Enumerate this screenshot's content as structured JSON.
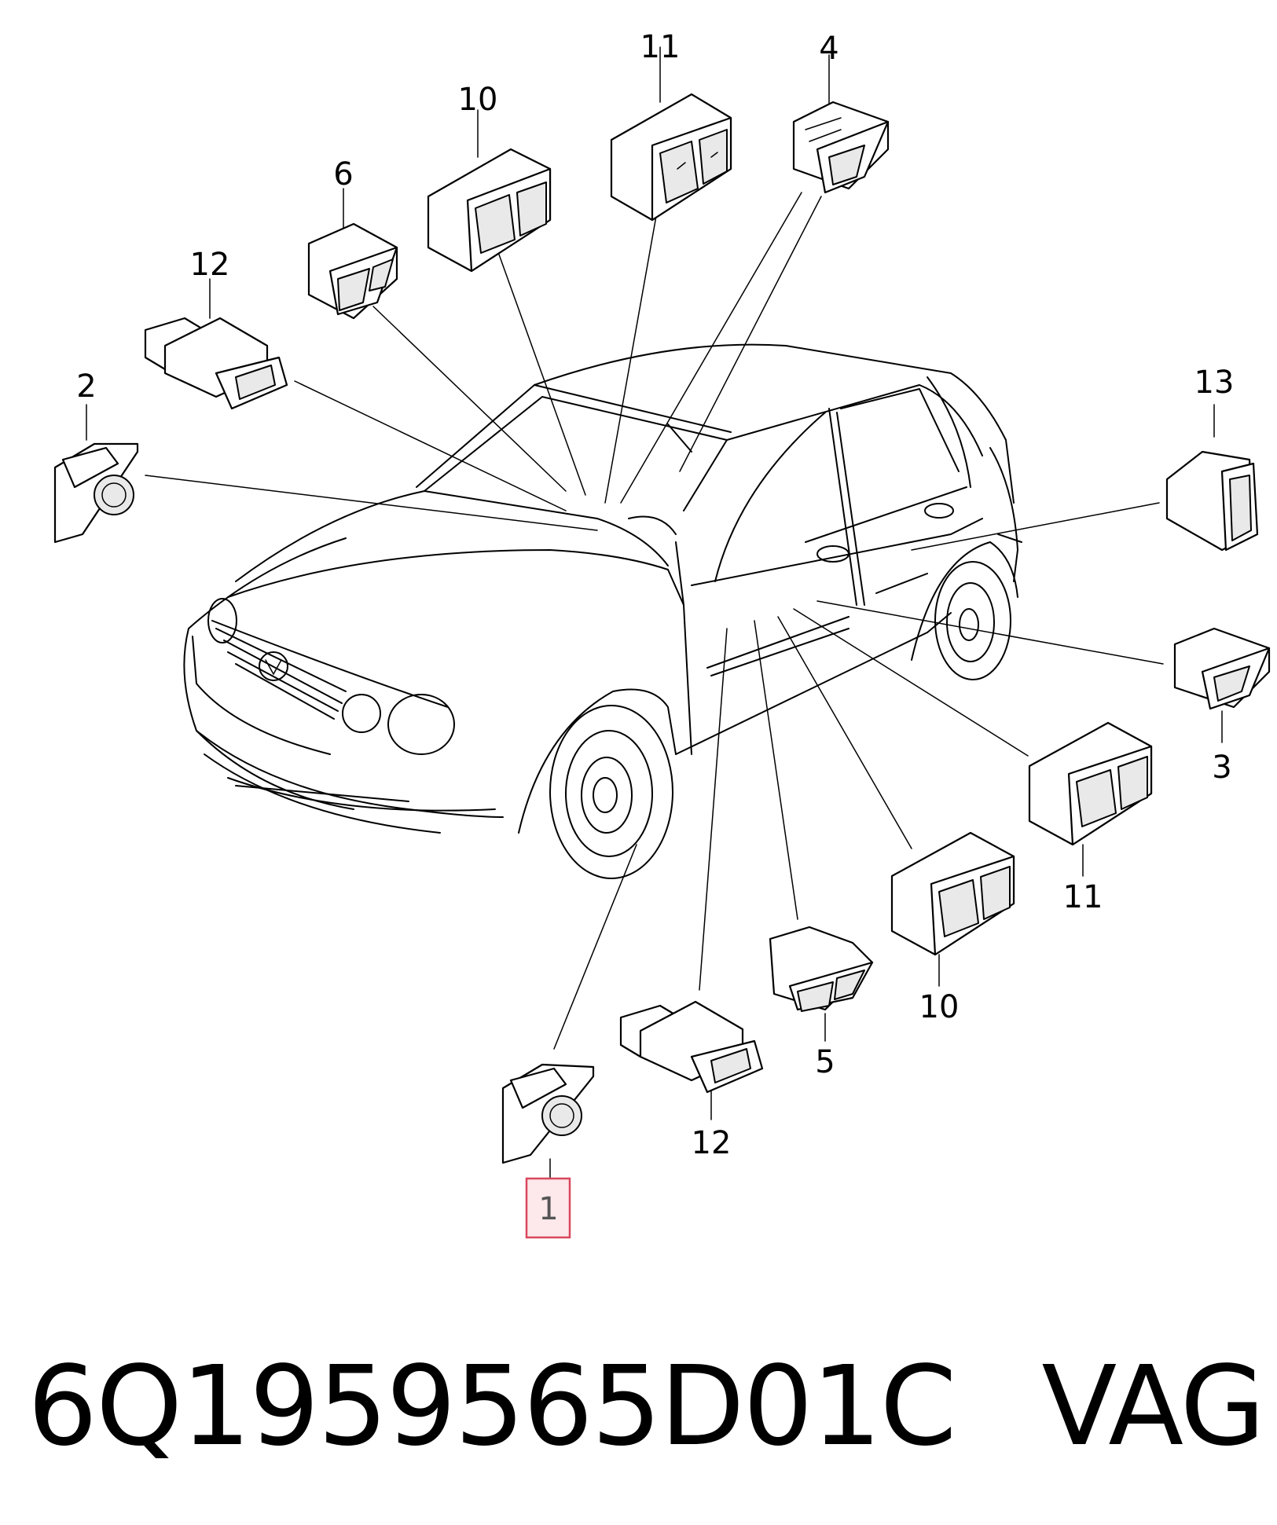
{
  "callouts": [
    {
      "id": "c11-top",
      "text": "11"
    },
    {
      "id": "c4",
      "text": "4"
    },
    {
      "id": "c10-top",
      "text": "10"
    },
    {
      "id": "c6",
      "text": "6"
    },
    {
      "id": "c12-top",
      "text": "12"
    },
    {
      "id": "c2",
      "text": "2"
    },
    {
      "id": "c13",
      "text": "13"
    },
    {
      "id": "c3",
      "text": "3"
    },
    {
      "id": "c11-bottom",
      "text": "11"
    },
    {
      "id": "c10-bottom",
      "text": "10"
    },
    {
      "id": "c5",
      "text": "5"
    },
    {
      "id": "c12-bottom",
      "text": "12"
    },
    {
      "id": "c1",
      "text": "1"
    }
  ],
  "selected_callout": "1",
  "footer": {
    "part_number": "6Q1959565D01C",
    "brand": "VAG"
  },
  "colors": {
    "highlight_border": "#d9475b",
    "highlight_fill": "#fde8eb"
  }
}
